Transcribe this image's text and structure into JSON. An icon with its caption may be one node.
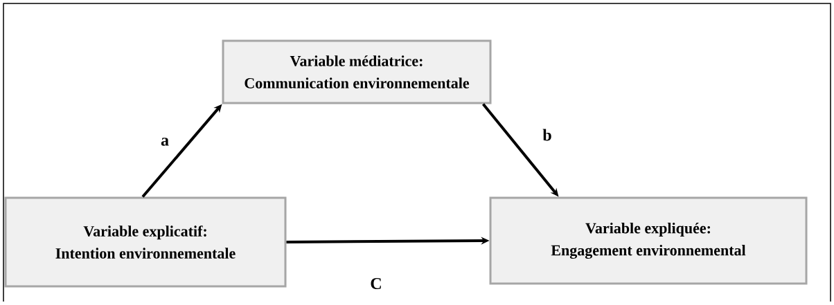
{
  "diagram": {
    "nodes": [
      {
        "text": [
          "Variable médiatrice:",
          "Communication environnementale"
        ]
      },
      {
        "text": [
          "Variable explicatif:",
          "Intention environnementale"
        ]
      },
      {
        "text": [
          "Variable expliquée:",
          "Engagement environnemental"
        ]
      }
    ],
    "edges": [
      {
        "from": 1,
        "to": 0,
        "arrow": "to",
        "label": "a"
      },
      {
        "from": 0,
        "to": 2,
        "arrow": "to",
        "label": "b"
      },
      {
        "from": 1,
        "to": 2,
        "arrow": "to",
        "label": "C"
      }
    ]
  }
}
